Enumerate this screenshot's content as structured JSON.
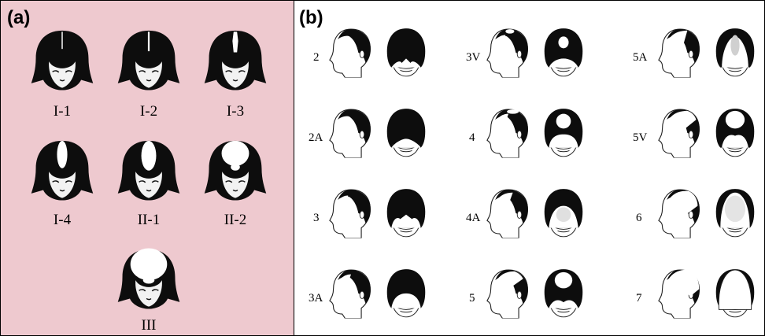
{
  "panel_a": {
    "label": "(a)",
    "background": "#eec9cf",
    "stages": [
      "I-1",
      "I-2",
      "I-3",
      "I-4",
      "II-1",
      "II-2",
      "III"
    ]
  },
  "panel_b": {
    "label": "(b)",
    "stages": [
      "2",
      "2A",
      "3",
      "3A",
      "3V",
      "4",
      "4A",
      "5",
      "5A",
      "5V",
      "6",
      "7"
    ]
  }
}
